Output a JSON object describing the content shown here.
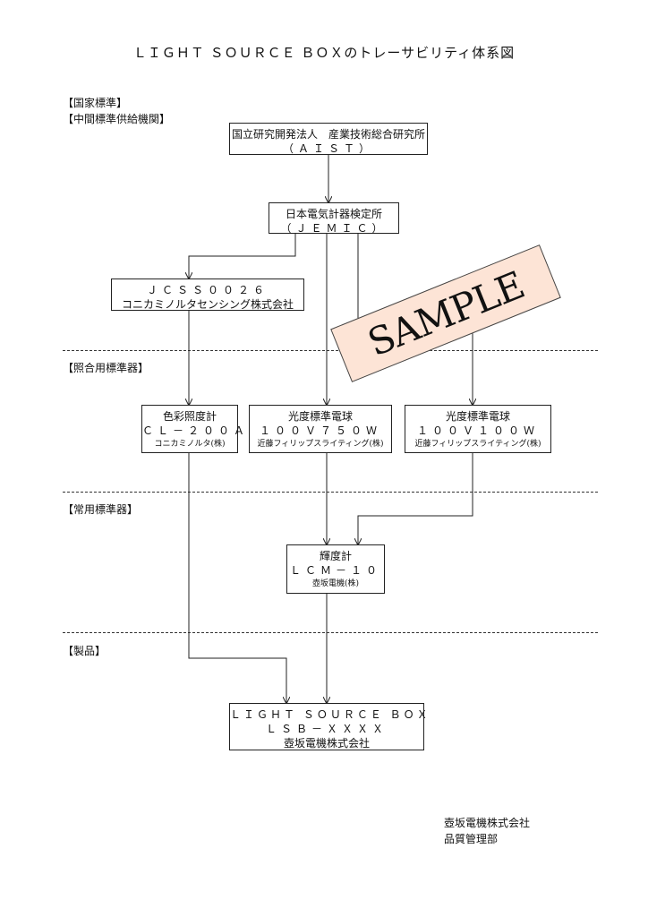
{
  "title": "ＬＩＧＨＴ ＳＯＵＲＣＥ ＢＯＸのトレーサビリティ体系図",
  "sections": {
    "national": "【国家標準】",
    "intermediate": "【中間標準供給機関】",
    "reference": "【照合用標準器】",
    "working": "【常用標準器】",
    "product": "【製品】"
  },
  "nodes": {
    "aist": {
      "l1": "国立研究開発法人　産業技術総合研究所",
      "l2": "（ＡＩＳＴ）"
    },
    "jemic": {
      "l1": "日本電気計器検定所",
      "l2": "（ＪＥＭＩＣ）"
    },
    "jcss": {
      "l1": "ＪＣＳＳ００２６",
      "l2": "コニカミノルタセンシング株式会社"
    },
    "cl200a": {
      "l1": "色彩照度計",
      "l2": "ＣＬ－２００Ａ",
      "l3": "コニカミノルタ(株)"
    },
    "lamp750": {
      "l1": "光度標準電球",
      "l2": "１００Ｖ７５０Ｗ",
      "l3": "近藤フィリップスライティング(株)"
    },
    "lamp100": {
      "l1": "光度標準電球",
      "l2": "１００Ｖ１００Ｗ",
      "l3": "近藤フィリップスライティング(株)"
    },
    "lcm10": {
      "l1": "輝度計",
      "l2": "ＬＣＭ－１０",
      "l3": "壺坂電機(株)"
    },
    "product": {
      "l1": "ＬＩＧＨＴ ＳＯＵＲＣＥ ＢＯＸ",
      "l2": "ＬＳＢ－ＸＸＸＸ",
      "l3": "壺坂電機株式会社"
    }
  },
  "stamp": "SAMPLE",
  "stamp_color": "#fde4d6",
  "footer": {
    "company": "壺坂電機株式会社",
    "dept": "品質管理部"
  }
}
